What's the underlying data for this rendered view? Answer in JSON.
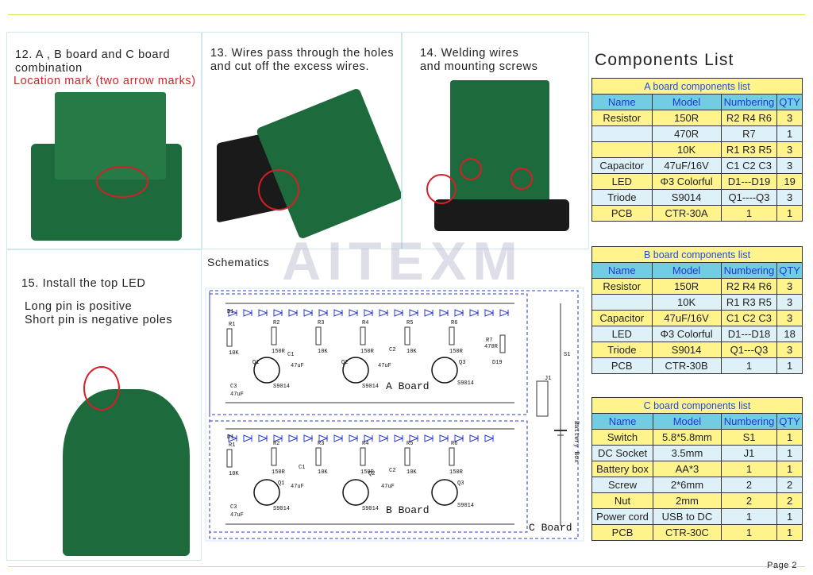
{
  "steps": {
    "s12": {
      "title": "12. A , B board  and  C  board\ncombination",
      "note": "Location mark (two arrow marks)"
    },
    "s13": {
      "title": "13. Wires pass through the holes\n and cut off the excess wires."
    },
    "s14": {
      "title": "14. Welding wires\nand mounting screws"
    },
    "s15": {
      "title": "15. Install the top LED",
      "line1": "Long pin is positive",
      "line2": "Short pin  is  negative poles"
    }
  },
  "schematics": {
    "title": "Schematics",
    "board_a_label": "A Board",
    "board_b_label": "B Board",
    "board_c_label": "C Board",
    "battery_box_label": "Battery Box",
    "labels": {
      "r1": "R1",
      "r1v": "10K",
      "r2": "R2",
      "r2v": "150R",
      "r3": "R3",
      "r3v": "10K",
      "r4": "R4",
      "r4v": "150R",
      "r5": "R5",
      "r5v": "10K",
      "r6": "R6",
      "r6v": "150R",
      "r7": "R7",
      "r7v": "470R",
      "c1": "C1",
      "c1v": "47uF",
      "c2": "C2",
      "c2v": "47uF",
      "c3": "C3",
      "c3v": "47uF",
      "q1": "Q1",
      "q2": "Q2",
      "q3": "Q3",
      "s9014": "S9014",
      "d19": "D19",
      "s1": "S1",
      "j1": "J1",
      "d1": "D1"
    }
  },
  "components": {
    "title": "Components  List",
    "headers": [
      "Name",
      "Model",
      "Numbering",
      "QTY"
    ],
    "a": {
      "title": "A board components list",
      "rows": [
        [
          "Resistor",
          "150R",
          "R2 R4 R6",
          "3"
        ],
        [
          "",
          "470R",
          "R7",
          "1"
        ],
        [
          "",
          "10K",
          "R1 R3 R5",
          "3"
        ],
        [
          "Capacitor",
          "47uF/16V",
          "C1 C2 C3",
          "3"
        ],
        [
          "LED",
          "Φ3  Colorful",
          "D1---D19",
          "19"
        ],
        [
          "Triode",
          "S9014",
          "Q1----Q3",
          "3"
        ],
        [
          "PCB",
          "CTR-30A",
          "1",
          "1"
        ]
      ]
    },
    "b": {
      "title": "B board components list",
      "rows": [
        [
          "Resistor",
          "150R",
          "R2 R4 R6",
          "3"
        ],
        [
          "",
          "10K",
          "R1 R3 R5",
          "3"
        ],
        [
          "Capacitor",
          "47uF/16V",
          "C1 C2 C3",
          "3"
        ],
        [
          "LED",
          "Φ3  Colorful",
          "D1---D18",
          "18"
        ],
        [
          "Triode",
          "S9014",
          "Q1---Q3",
          "3"
        ],
        [
          "PCB",
          "CTR-30B",
          "1",
          "1"
        ]
      ]
    },
    "c": {
      "title": "C board components list",
      "rows": [
        [
          "Switch",
          "5.8*5.8mm",
          "S1",
          "1"
        ],
        [
          "DC Socket",
          "3.5mm",
          "J1",
          "1"
        ],
        [
          "Battery box",
          "AA*3",
          "1",
          "1"
        ],
        [
          "Screw",
          "2*6mm",
          "2",
          "2"
        ],
        [
          "Nut",
          "2mm",
          "2",
          "2"
        ],
        [
          "Power cord",
          "USB to DC",
          "1",
          "1"
        ],
        [
          "PCB",
          "CTR-30C",
          "1",
          "1"
        ]
      ]
    }
  },
  "watermark": "AITEXM",
  "page": "Page  2",
  "colors": {
    "accent_red": "#d61f26",
    "table_yellow": "#fff48c",
    "table_header": "#72cde2",
    "table_light": "#dff1f8",
    "schematic_blue": "#2b3bd0"
  }
}
